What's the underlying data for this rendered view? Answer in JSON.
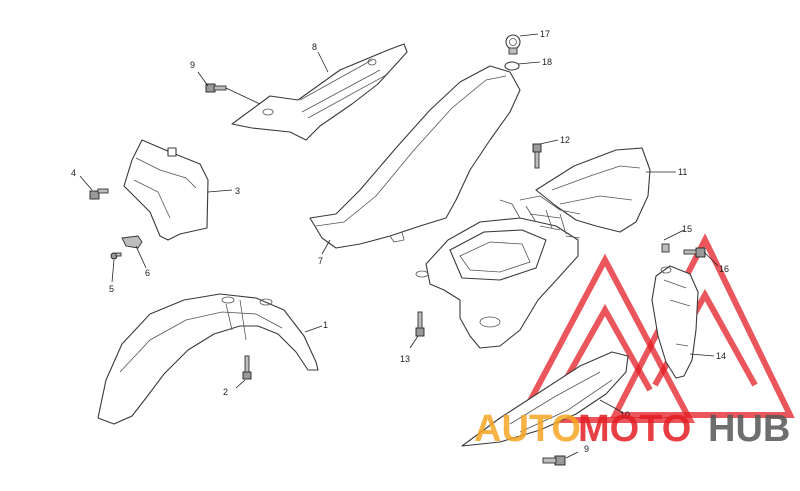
{
  "labels": {
    "p1": "1",
    "p2": "2",
    "p3": "3",
    "p4": "4",
    "p5": "5",
    "p6": "6",
    "p7": "7",
    "p8": "8",
    "p9a": "9",
    "p9b": "9",
    "p10": "10",
    "p11": "11",
    "p12": "12",
    "p13": "13",
    "p14": "14",
    "p15": "15",
    "p16": "16",
    "p17": "17",
    "p18": "18"
  },
  "watermark": {
    "part1": "AUTO",
    "part2": "MOTO",
    "part3": "HUB",
    "colors": {
      "auto": "#f5a623",
      "moto": "#e31e24",
      "hub": "#555555"
    }
  }
}
